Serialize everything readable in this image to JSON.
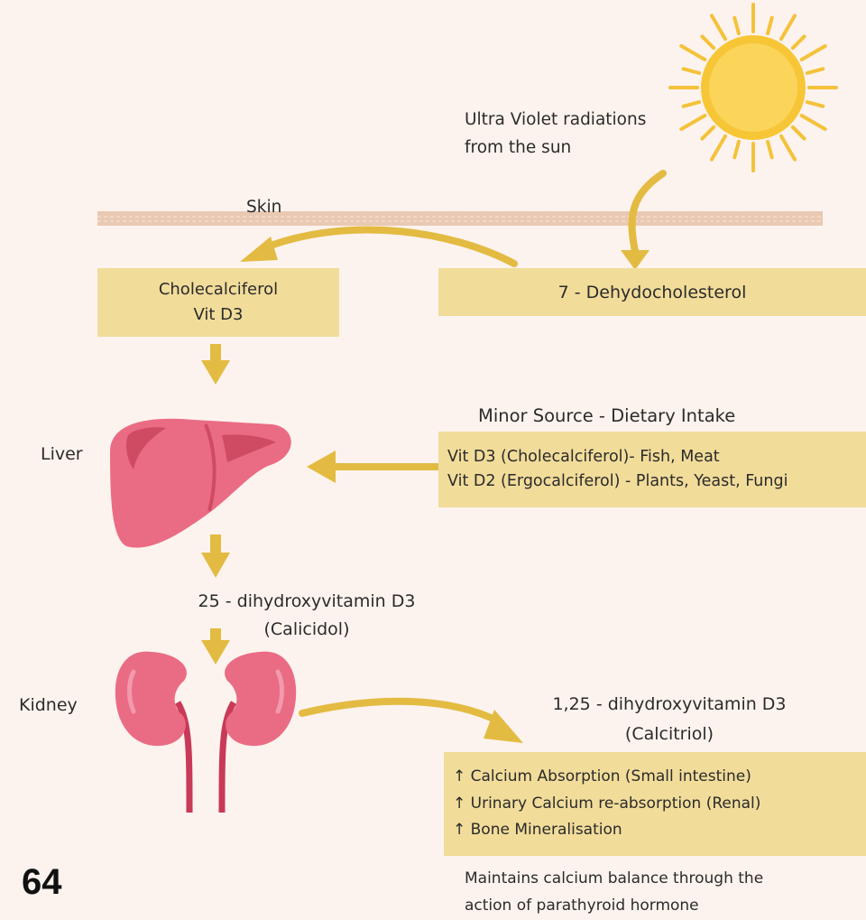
{
  "uv_text": [
    "Ultra Violet radiations",
    "from the sun"
  ],
  "skin_label": "Skin",
  "cholecalciferol_box": [
    "Cholecalciferol",
    "Vit D3"
  ],
  "dehydro_box": "7 - Dehydocholesterol",
  "liver_label": "Liver",
  "minor_source_title": "Minor Source - Dietary Intake",
  "dietary_lines": [
    "Vit D3 (Cholecalciferol)- Fish, Meat",
    "Vit D2 (Ergocalciferol) - Plants, Yeast, Fungi"
  ],
  "calcidiol_text": [
    "25 - dihydroxyvitamin D3",
    "(Calicidol)"
  ],
  "kidney_label": "Kidney",
  "calcitriol_text": [
    "1,25 - dihydroxyvitamin D3",
    "(Calcitriol)"
  ],
  "effects": [
    "↑ Calcium Absorption (Small intestine)",
    "↑ Urinary Calcium re-absorption (Renal)",
    "↑ Bone Mineralisation"
  ],
  "footer_text": [
    "Maintains calcium balance through the",
    "action of parathyroid hormone"
  ],
  "page_number": "64",
  "colors": {
    "background": "#fdf3ee",
    "box_fill": "#f1dc9a",
    "arrow": "#e3bb42",
    "sun": "#f7c637",
    "skin_band": "#e9c9b2",
    "organ_pink": "#ea6c84",
    "organ_dark": "#cf4a63"
  }
}
